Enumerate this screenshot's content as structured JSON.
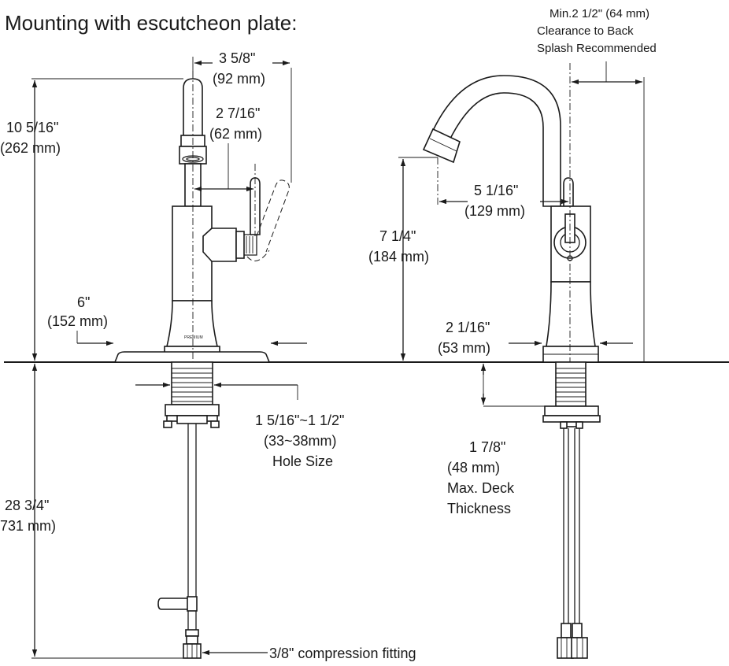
{
  "title": "Mounting with escutcheon plate:",
  "dimensions": {
    "overall_height": {
      "imperial": "10 5/16\"",
      "metric": "(262 mm)"
    },
    "handle_swing": {
      "imperial": "3 5/8\"",
      "metric": "(92 mm)"
    },
    "handle_offset": {
      "imperial": "2 7/16\"",
      "metric": "(62 mm)"
    },
    "plate_width": {
      "imperial": "6\"",
      "metric": "(152 mm)"
    },
    "hole_size": {
      "line1": "1 5/16\"~1 1/2\"",
      "line2": "(33~38mm)",
      "line3": "Hole Size"
    },
    "below_deck": {
      "imperial": "28 3/4\"",
      "metric": "731 mm)"
    },
    "compression_fitting": "3/8\" compression fitting",
    "backsplash": {
      "line1": "Min.2 1/2\" (64 mm)",
      "line2": "Clearance to Back",
      "line3": "Splash Recommended"
    },
    "spout_reach": {
      "imperial": "5 1/16\"",
      "metric": "(129 mm)"
    },
    "spout_height": {
      "imperial": "7 1/4\"",
      "metric": "(184 mm)"
    },
    "base_width": {
      "imperial": "2 1/16\"",
      "metric": "(53 mm)"
    },
    "deck_thickness": {
      "line1": "1 7/8\"",
      "line2": "(48 mm)",
      "line3": "Max. Deck",
      "line4": "Thickness"
    }
  }
}
